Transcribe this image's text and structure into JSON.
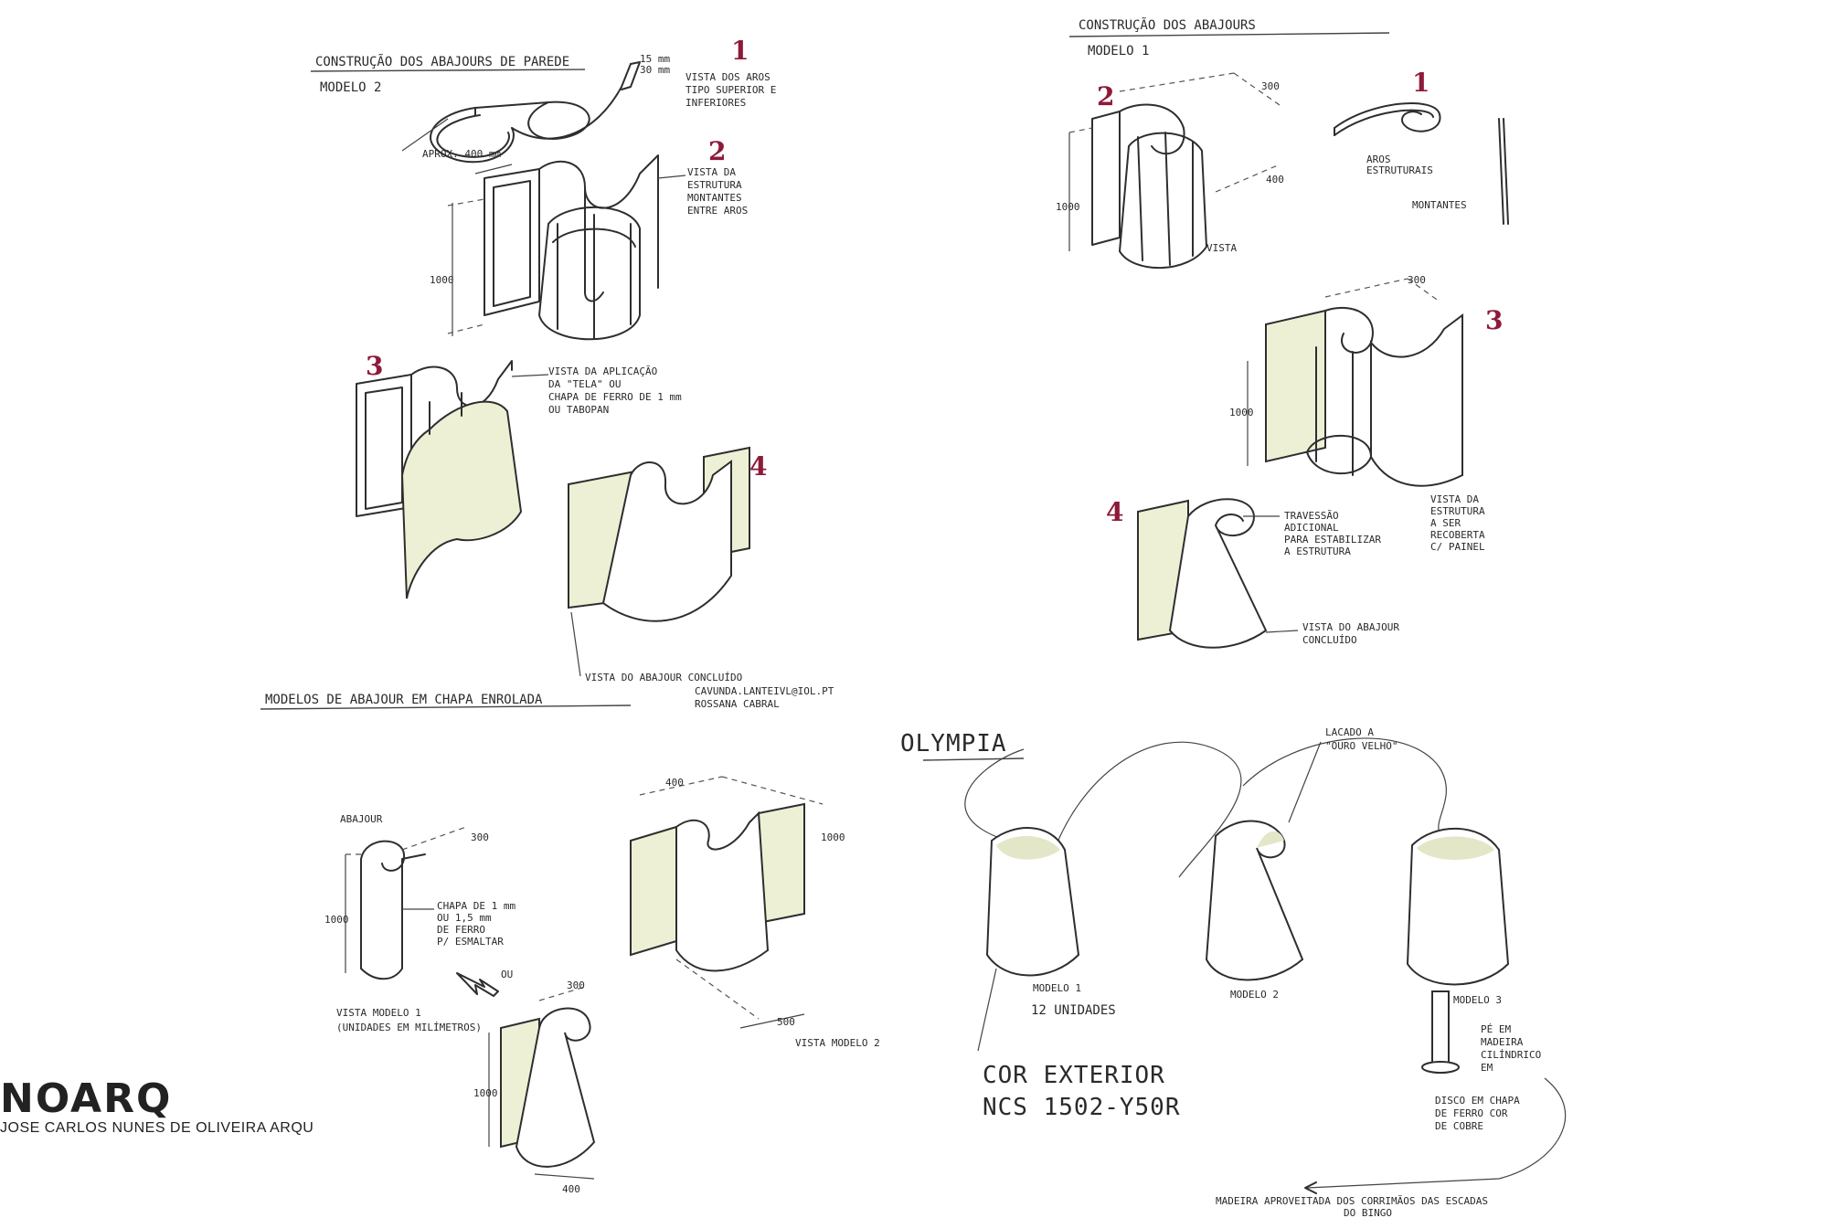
{
  "sheet_top_left": {
    "title": "CONSTRUÇÃO DOS ABAJOURS DE PAREDE",
    "subtitle": "MODELO 2",
    "step_numbers": [
      "1",
      "2",
      "3",
      "4"
    ],
    "dim_profile": "15 mm",
    "dim_profile_b": "30 mm",
    "dim_width": "APROX. 400 mm",
    "dim_height": "1000",
    "note_1": [
      "VISTA DOS AROS",
      "TIPO SUPERIOR E",
      "INFERIORES"
    ],
    "note_2": [
      "VISTA DA",
      "ESTRUTURA",
      "MONTANTES",
      "ENTRE AROS"
    ],
    "note_3": [
      "VISTA DA APLICAÇÃO",
      "DA \"TELA\" OU",
      "CHAPA DE FERRO DE 1 mm",
      "OU TABOPAN"
    ],
    "note_4": "VISTA DO ABAJOUR CONCLUÍDO"
  },
  "sheet_top_right": {
    "title": "CONSTRUÇÃO DOS ABAJOURS",
    "subtitle": "MODELO 1",
    "step_numbers": [
      "1",
      "2",
      "3",
      "4"
    ],
    "dim_a": "300",
    "dim_b": "400",
    "dim_c": "1000",
    "dim_d": "300",
    "dim_e": "1000",
    "label_aros": [
      "AROS",
      "ESTRUTURAIS"
    ],
    "label_montantes": "MONTANTES",
    "label_vista": "VISTA",
    "note_3": [
      "VISTA DA",
      "ESTRUTURA",
      "A SER",
      "RECOBERTA",
      "C/ PAINEL"
    ],
    "note_4": [
      "TRAVESSÃO",
      "ADICIONAL",
      "PARA ESTABILIZAR",
      "A ESTRUTURA"
    ],
    "note_final": [
      "VISTA DO ABAJOUR",
      "CONCLUÍDO"
    ]
  },
  "sheet_bottom_left": {
    "title": "MODELOS DE ABAJOUR EM CHAPA ENROLADA",
    "contact": "CAVUNDA.LANTEIVL@IOL.PT",
    "author": "ROSSANA CABRAL",
    "label_abajour": "ABAJOUR",
    "dim_300": "300",
    "dim_1000": "1000",
    "note_chapa": [
      "CHAPA DE 1 mm",
      "OU 1,5 mm",
      "DE FERRO",
      "P/ ESMALTAR"
    ],
    "ou": "OU",
    "vista_1": [
      "VISTA MODELO 1",
      "(UNIDADES EM MILÍMETROS)"
    ],
    "vista_2": "VISTA MODELO 2",
    "dim_300b": "300",
    "dim_1000b": "1000",
    "dim_400": "400",
    "dim_400b": "400",
    "dim_1000c": "1000",
    "dim_500": "500"
  },
  "sheet_bottom_right": {
    "title": "OLYMPIA",
    "label_lacado": [
      "LACADO A",
      "\"OURO VELHO\""
    ],
    "modelo_1": "MODELO 1",
    "unidades": "12 UNIDADES",
    "modelo_2": "MODELO 2",
    "modelo_3": "MODELO 3",
    "cor_exterior": "COR EXTERIOR",
    "ncs": "NCS 1502-Y50R",
    "pe": [
      "PÉ EM",
      "MADEIRA",
      "CILÍNDRICO",
      "EM"
    ],
    "disco": [
      "DISCO EM CHAPA",
      "DE FERRO COR",
      "DE COBRE"
    ],
    "madeira": [
      "MADEIRA APROVEITADA DOS CORRIMÃOS DAS ESCADAS",
      "DO BINGO"
    ]
  },
  "logo": {
    "mark": "NOARQ",
    "subtitle": "JOSE CARLOS NUNES DE OLIVEIRA ARQU"
  },
  "colors": {
    "ink": "#2e2e2e",
    "number_ink": "#8e1a3a",
    "panel_fill": "#eef0d6"
  }
}
